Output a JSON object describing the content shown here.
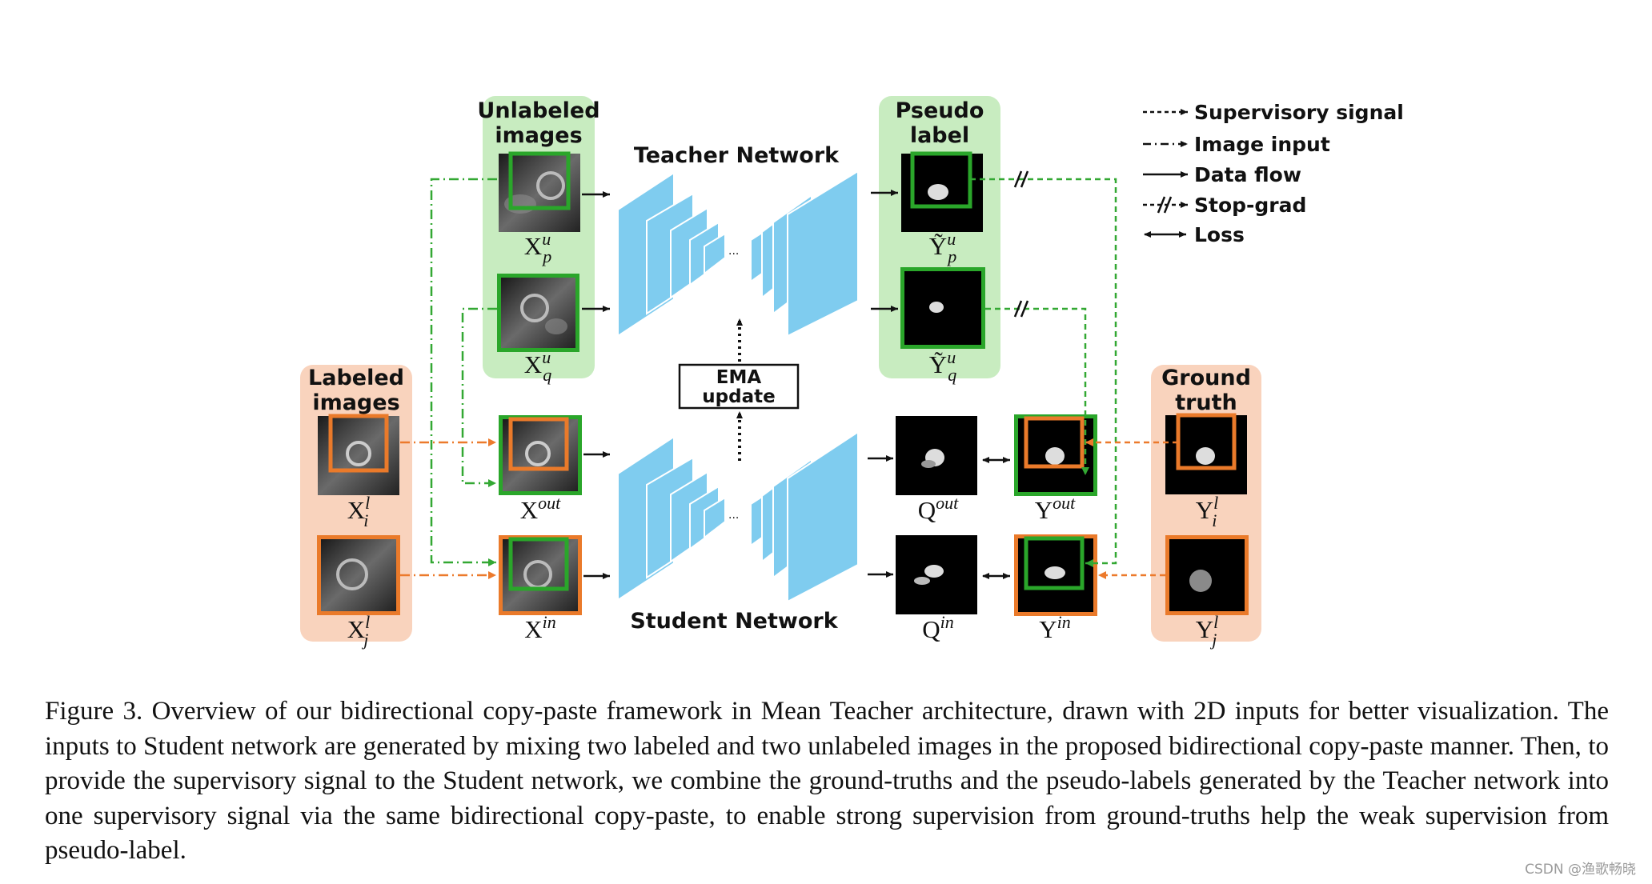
{
  "labels": {
    "unlabeled_images": [
      "Unlabeled",
      "images"
    ],
    "labeled_images": [
      "Labeled",
      "images"
    ],
    "pseudo_label": [
      "Pseudo",
      "label"
    ],
    "ground_truth": [
      "Ground",
      "truth"
    ],
    "teacher_network": "Teacher Network",
    "student_network": "Student Network",
    "ema_update": [
      "EMA",
      "update"
    ],
    "ellipsis": "..."
  },
  "symbols": {
    "xpu": {
      "base": "X",
      "sup": "u",
      "sub": "p"
    },
    "xqu": {
      "base": "X",
      "sup": "u",
      "sub": "q"
    },
    "ypu": {
      "base": "Ỹ",
      "sup": "u",
      "sub": "p"
    },
    "yqu": {
      "base": "Ỹ",
      "sup": "u",
      "sub": "q"
    },
    "xil": {
      "base": "X",
      "sup": "l",
      "sub": "i"
    },
    "xjl": {
      "base": "X",
      "sup": "l",
      "sub": "j"
    },
    "xout": {
      "base": "X",
      "sup": "out"
    },
    "xin": {
      "base": "X",
      "sup": "in"
    },
    "qout": {
      "base": "Q",
      "sup": "out"
    },
    "qin": {
      "base": "Q",
      "sup": "in"
    },
    "yout": {
      "base": "Y",
      "sup": "out"
    },
    "yin": {
      "base": "Y",
      "sup": "in"
    },
    "yil": {
      "base": "Y",
      "sup": "l",
      "sub": "i"
    },
    "yjl": {
      "base": "Y",
      "sup": "l",
      "sub": "j"
    }
  },
  "legend": [
    {
      "label": "Supervisory signal",
      "style": "dashed"
    },
    {
      "label": "Image input",
      "style": "dashdot"
    },
    {
      "label": "Data flow",
      "style": "solid"
    },
    {
      "label": "Stop-grad",
      "style": "stopgrad"
    },
    {
      "label": "Loss",
      "style": "double"
    }
  ],
  "colors": {
    "green_panel": "#c8ecc0",
    "orange_panel": "#f9d3bd",
    "green_box": "#2aa62a",
    "orange_box": "#ea7a2a",
    "green_line": "#33a833",
    "orange_line": "#ec7a2c",
    "network_blue": "#7fccef"
  },
  "caption": "Figure 3. Overview of our bidirectional copy-paste framework in Mean Teacher architecture, drawn with 2D inputs for better visualization. The inputs to Student network are generated by mixing two labeled and two unlabeled images in the proposed bidirectional copy-paste manner. Then, to provide the supervisory signal to the Student network, we combine the ground-truths and the pseudo-labels generated by the Teacher network into one supervisory signal via the same bidirectional copy-paste, to enable strong supervision from ground-truths help the weak supervision from pseudo-label.",
  "watermark": "CSDN @渔歌畅晓"
}
